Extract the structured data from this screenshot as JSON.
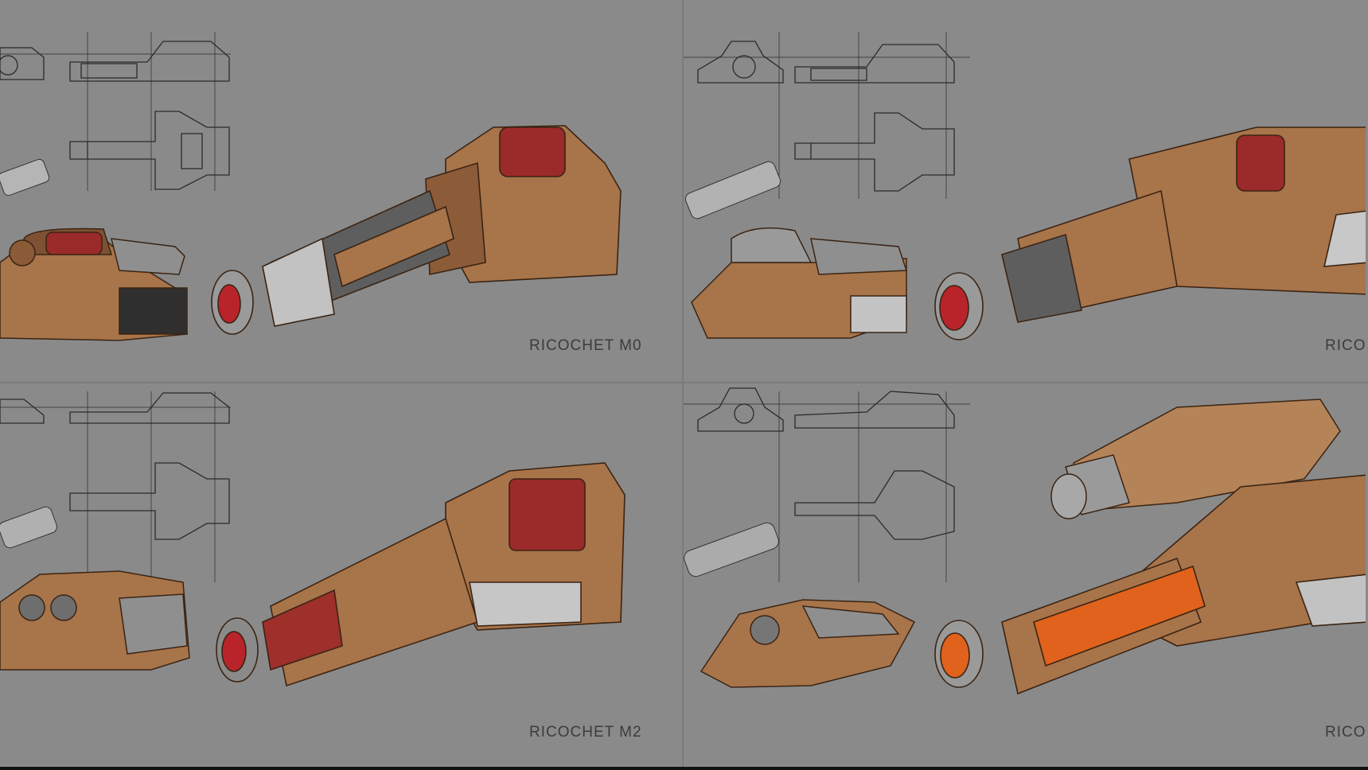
{
  "panels": [
    {
      "caption": "RICOCHET M0"
    },
    {
      "caption": "RICO"
    },
    {
      "caption": "RICOCHET M2"
    },
    {
      "caption": "RICO"
    }
  ],
  "colors": {
    "background": "#8a8a8a",
    "bronze": "#a8744a",
    "bronze_dark": "#6e4326",
    "steel": "#9a9a9a",
    "glow_red": "#b8242a",
    "glow_orange": "#e0621c",
    "caption": "#3c3c3c"
  }
}
